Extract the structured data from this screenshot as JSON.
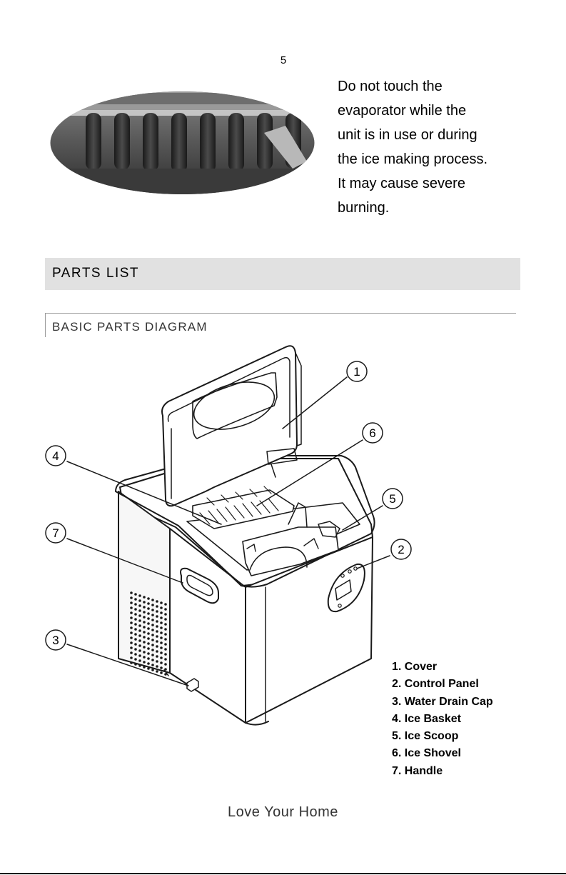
{
  "page": {
    "number": "5"
  },
  "warning": {
    "lines": [
      "Do not touch the",
      "evaporator while the",
      "unit is in use or during",
      "the ice making process.",
      "It may cause severe",
      "burning."
    ]
  },
  "parts_list": {
    "heading": "PARTS LIST",
    "subheading": "BASIC PARTS DIAGRAM",
    "callouts": [
      "1",
      "6",
      "4",
      "5",
      "7",
      "2",
      "3"
    ],
    "legend": [
      "1. Cover",
      "2. Control Panel",
      "3. Water Drain Cap",
      "4. Ice Basket",
      "5. Ice Scoop",
      "6. Ice Shovel",
      "7. Handle"
    ]
  },
  "footer": {
    "text": "Love Your Home"
  }
}
